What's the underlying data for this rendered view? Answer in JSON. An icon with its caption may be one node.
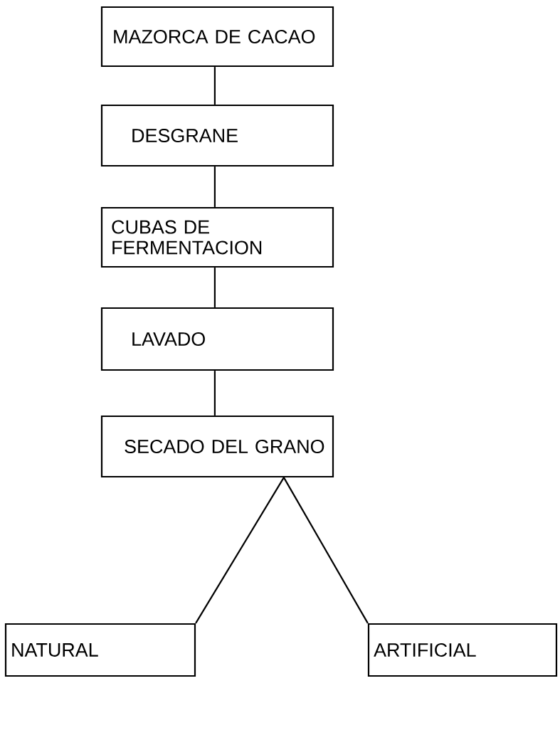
{
  "diagram": {
    "nodes": [
      {
        "text": [
          "MAZORCA DE CACAO"
        ]
      },
      {
        "text": [
          "DESGRANE"
        ]
      },
      {
        "text": [
          "CUBAS DE FERMENTACION"
        ]
      },
      {
        "text": [
          "LAVADO"
        ]
      },
      {
        "text": [
          "SECADO DEL GRANO"
        ]
      },
      {
        "text": [
          "NATURAL"
        ]
      },
      {
        "text": [
          "ARTIFICIAL"
        ]
      }
    ],
    "edges": [
      {
        "from": 0,
        "to": 1,
        "arrow": "none"
      },
      {
        "from": 1,
        "to": 2,
        "arrow": "none"
      },
      {
        "from": 2,
        "to": 3,
        "arrow": "none"
      },
      {
        "from": 3,
        "to": 4,
        "arrow": "none"
      },
      {
        "from": 4,
        "to": 5,
        "arrow": "none"
      },
      {
        "from": 4,
        "to": 6,
        "arrow": "none"
      }
    ]
  }
}
